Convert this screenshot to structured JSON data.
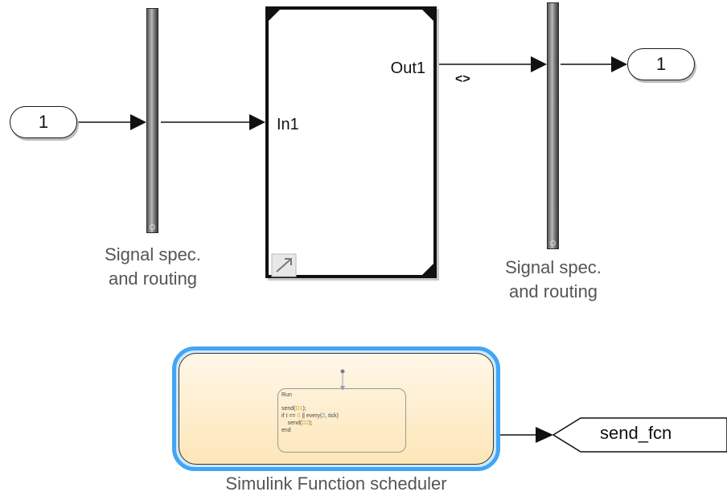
{
  "inport": {
    "number": "1"
  },
  "outport": {
    "number": "1"
  },
  "bus_left": {
    "caption_line1": "Signal spec.",
    "caption_line2": "and routing"
  },
  "bus_right": {
    "caption_line1": "Signal spec.",
    "caption_line2": "and routing"
  },
  "subsystem": {
    "in_port": "In1",
    "out_port": "Out1"
  },
  "signal_tag": "<>",
  "chart": {
    "caption": "Simulink Function scheduler",
    "state_name": "Run",
    "code": {
      "l1a": "send(",
      "l1b": "D1",
      "l1c": ");",
      "l2a": "if t == ",
      "l2b": "0",
      "l2c": " || every(",
      "l2d": "2",
      "l2e": ", tick)",
      "l3a": "send(",
      "l3b": "D2",
      "l3c": ");",
      "l4": "end"
    }
  },
  "goto_block": {
    "label": "send_fcn"
  },
  "colors": {
    "chart_border": "#42a5f5",
    "chart_fill": "#fde6b8",
    "text_gray": "#555555"
  }
}
